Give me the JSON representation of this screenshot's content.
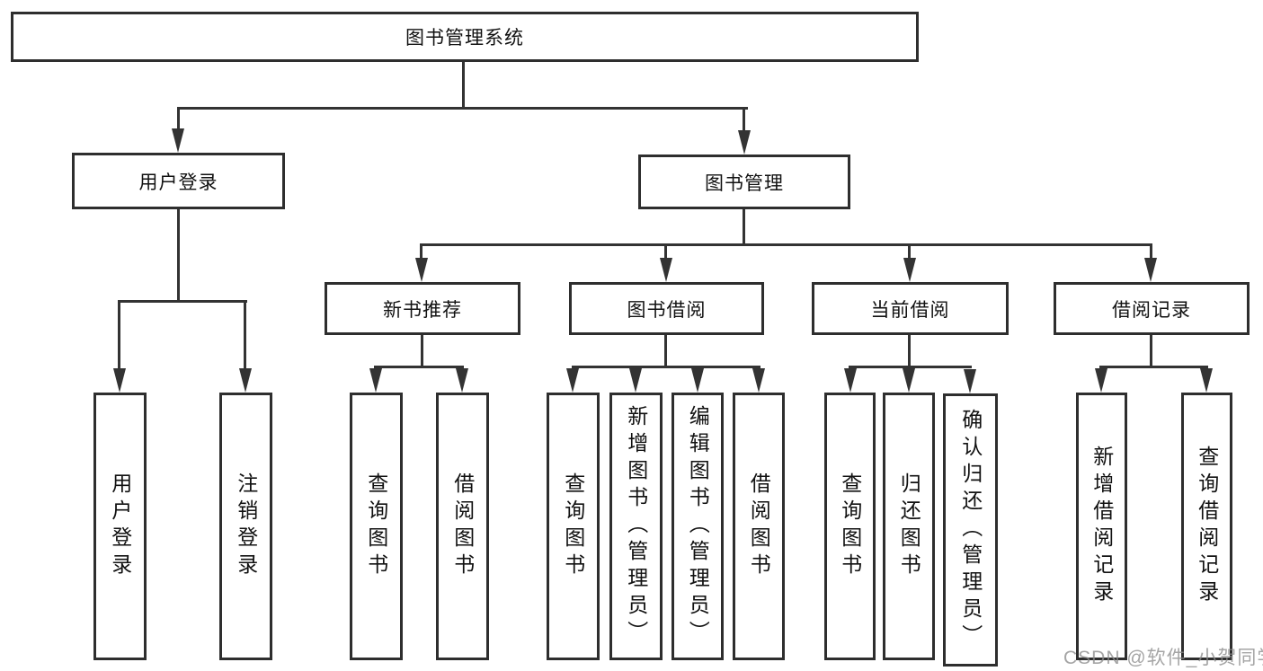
{
  "diagram_title": "图书管理系统",
  "colors": {
    "line": "#333333",
    "box_border": "#2e2e2e",
    "box_background": "#ffffff",
    "text": "#111111",
    "watermark": "#8c8c8c"
  },
  "tree": {
    "label": "图书管理系统",
    "children": [
      {
        "label": "用户登录",
        "children": [
          {
            "label": "用户登录"
          },
          {
            "label": "注销登录"
          }
        ]
      },
      {
        "label": "图书管理",
        "children": [
          {
            "label": "新书推荐",
            "children": [
              {
                "label": "查询图书"
              },
              {
                "label": "借阅图书"
              }
            ]
          },
          {
            "label": "图书借阅",
            "children": [
              {
                "label": "查询图书"
              },
              {
                "label": "新增图书（管理员）"
              },
              {
                "label": "编辑图书（管理员）"
              },
              {
                "label": "借阅图书"
              }
            ]
          },
          {
            "label": "当前借阅",
            "children": [
              {
                "label": "查询图书"
              },
              {
                "label": "归还图书"
              },
              {
                "label": "确认归还（管理员）"
              }
            ]
          },
          {
            "label": "借阅记录",
            "children": [
              {
                "label": "新增借阅记录"
              },
              {
                "label": "查询借阅记录"
              }
            ]
          }
        ]
      }
    ]
  },
  "watermark": {
    "text": "CSDN @软件_小贺同学"
  }
}
